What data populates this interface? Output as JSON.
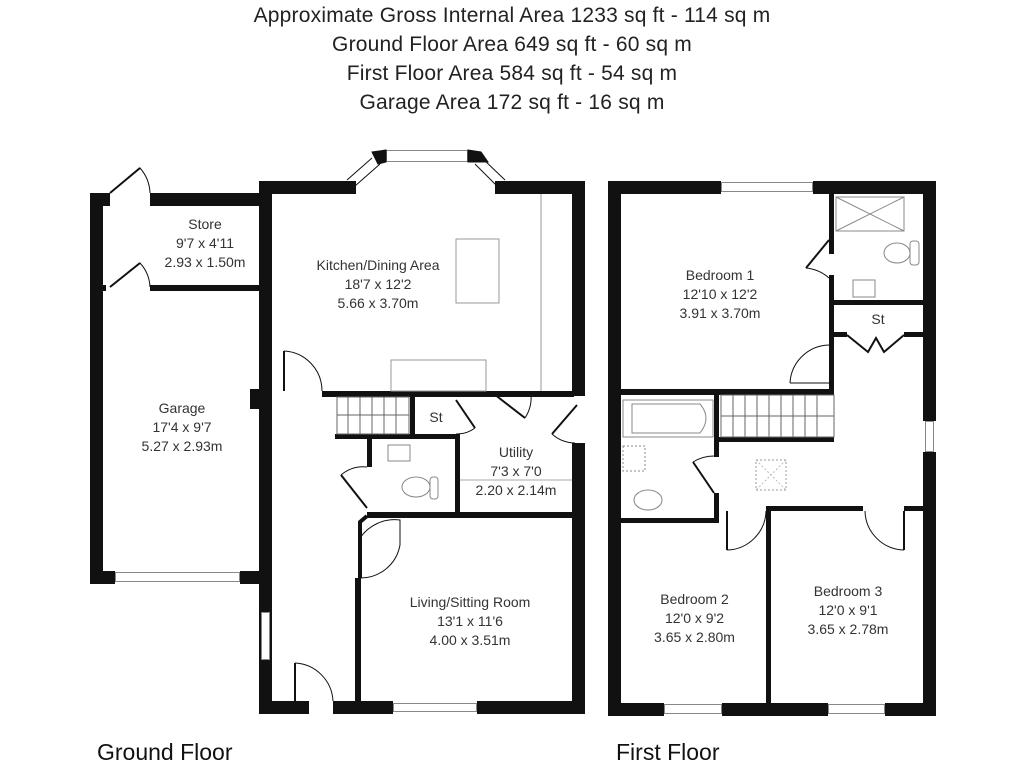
{
  "header": {
    "lines": [
      "Approximate Gross Internal Area 1233 sq ft - 114 sq m",
      "Ground Floor Area 649 sq ft - 60 sq m",
      "First Floor Area 584 sq ft - 54 sq m",
      "Garage Area 172 sq ft - 16 sq m"
    ]
  },
  "ground_floor": {
    "label": "Ground Floor",
    "rooms": [
      {
        "name": "Store",
        "imperial": "9'7 x 4'11",
        "metric": "2.93 x 1.50m"
      },
      {
        "name": "Kitchen/Dining Area",
        "imperial": "18'7 x 12'2",
        "metric": "5.66 x 3.70m"
      },
      {
        "name": "Garage",
        "imperial": "17'4 x 9'7",
        "metric": "5.27 x 2.93m"
      },
      {
        "name": "Utility",
        "imperial": "7'3 x 7'0",
        "metric": "2.20 x 2.14m"
      },
      {
        "name": "Living/Sitting Room",
        "imperial": "13'1 x 11'6",
        "metric": "4.00 x 3.51m"
      },
      {
        "name": "St"
      }
    ]
  },
  "first_floor": {
    "label": "First Floor",
    "rooms": [
      {
        "name": "Bedroom 1",
        "imperial": "12'10 x 12'2",
        "metric": "3.91 x 3.70m"
      },
      {
        "name": "Bedroom 2",
        "imperial": "12'0 x 9'2",
        "metric": "3.65 x 2.80m"
      },
      {
        "name": "Bedroom 3",
        "imperial": "12'0 x 9'1",
        "metric": "3.65 x 2.78m"
      },
      {
        "name": "St"
      }
    ]
  }
}
